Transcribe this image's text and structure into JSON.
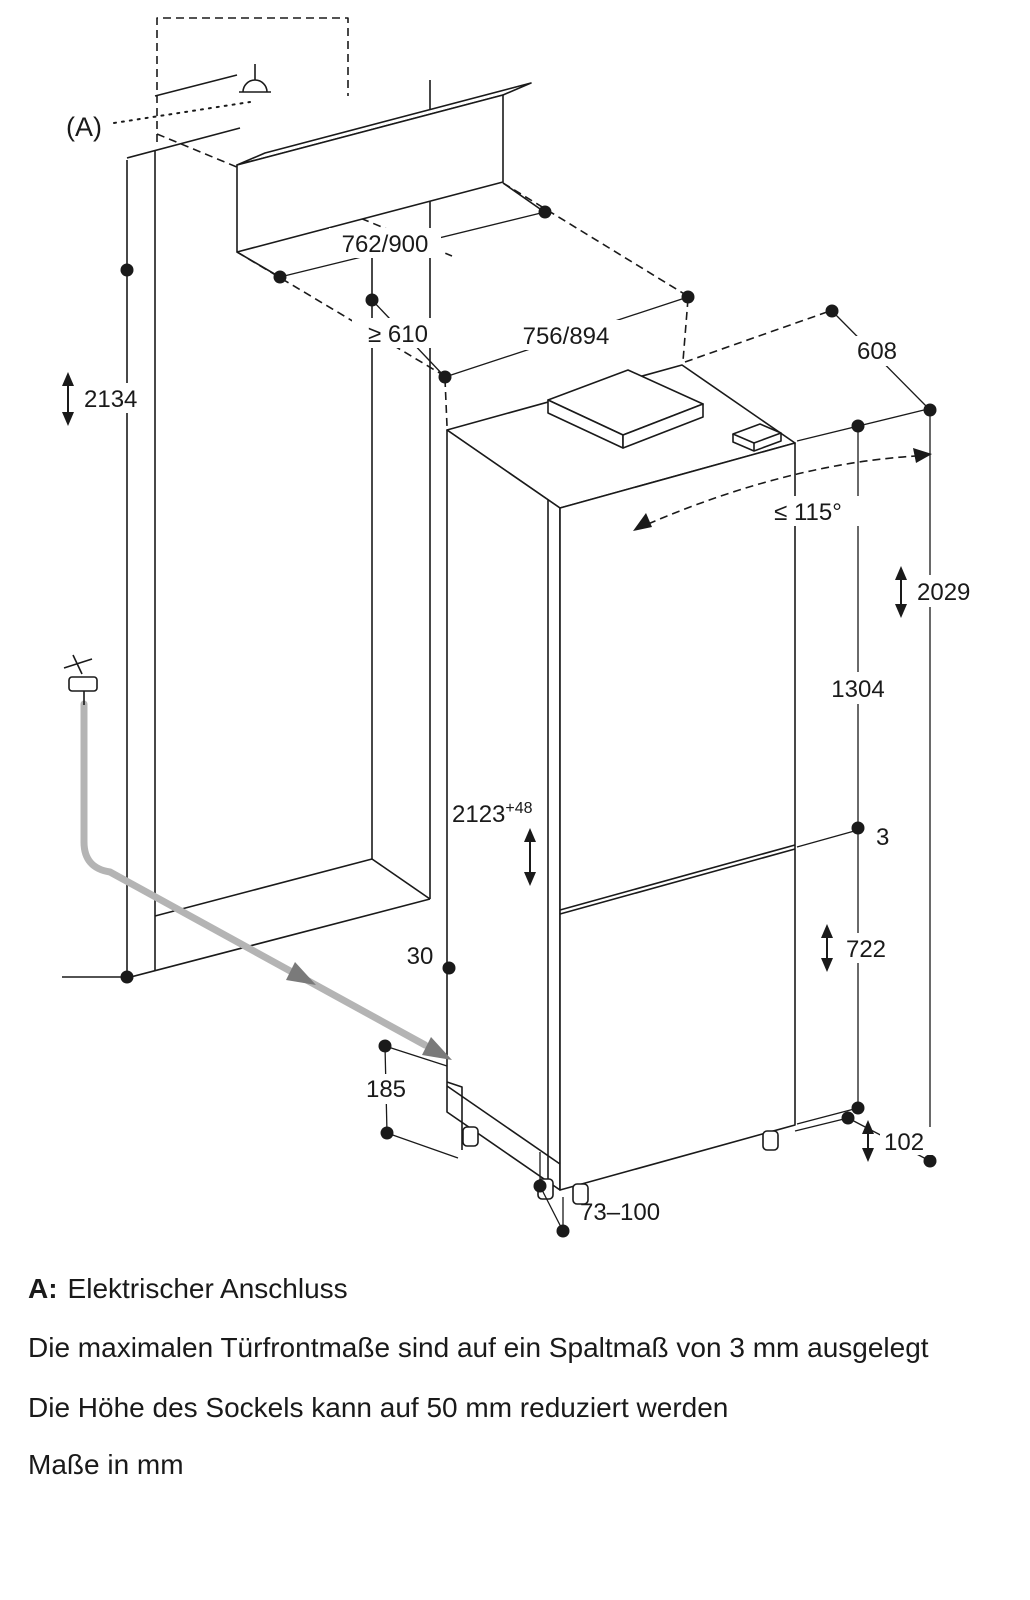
{
  "colors": {
    "line": "#1a1a1a",
    "hose": "#b4b4b4",
    "flow_arrow": "#7a7a7a",
    "background": "#ffffff"
  },
  "icons": [
    "power-outlet-icon",
    "water-tap-icon",
    "flow-arrow-icon",
    "double-arrow-icon",
    "dimension-dot"
  ],
  "diagram": {
    "marker_a": "(A)",
    "dims": {
      "panel_width": "762/900",
      "niche_depth_min": "≥ 610",
      "front_width": "756/894",
      "appliance_depth": "608",
      "niche_side_height": "2134",
      "door_open_angle": "≤ 115°",
      "door_total_height": "2029",
      "fridge_door_height": "1304",
      "door_gap": "3",
      "freezer_door_height": "722",
      "niche_height": "2123",
      "niche_height_tolerance": "+48",
      "rear_clearance": "30",
      "base_height": "185",
      "plinth_height": "102",
      "foot_adjust": "73–100"
    }
  },
  "notes": {
    "a_label": "A:",
    "a_text": "Elektrischer Anschluss",
    "line2": "Die maximalen Türfrontmaße sind auf ein Spaltmaß von 3 mm ausgelegt",
    "line3": "Die Höhe des Sockels kann auf 50 mm reduziert werden",
    "line4": "Maße in mm"
  }
}
